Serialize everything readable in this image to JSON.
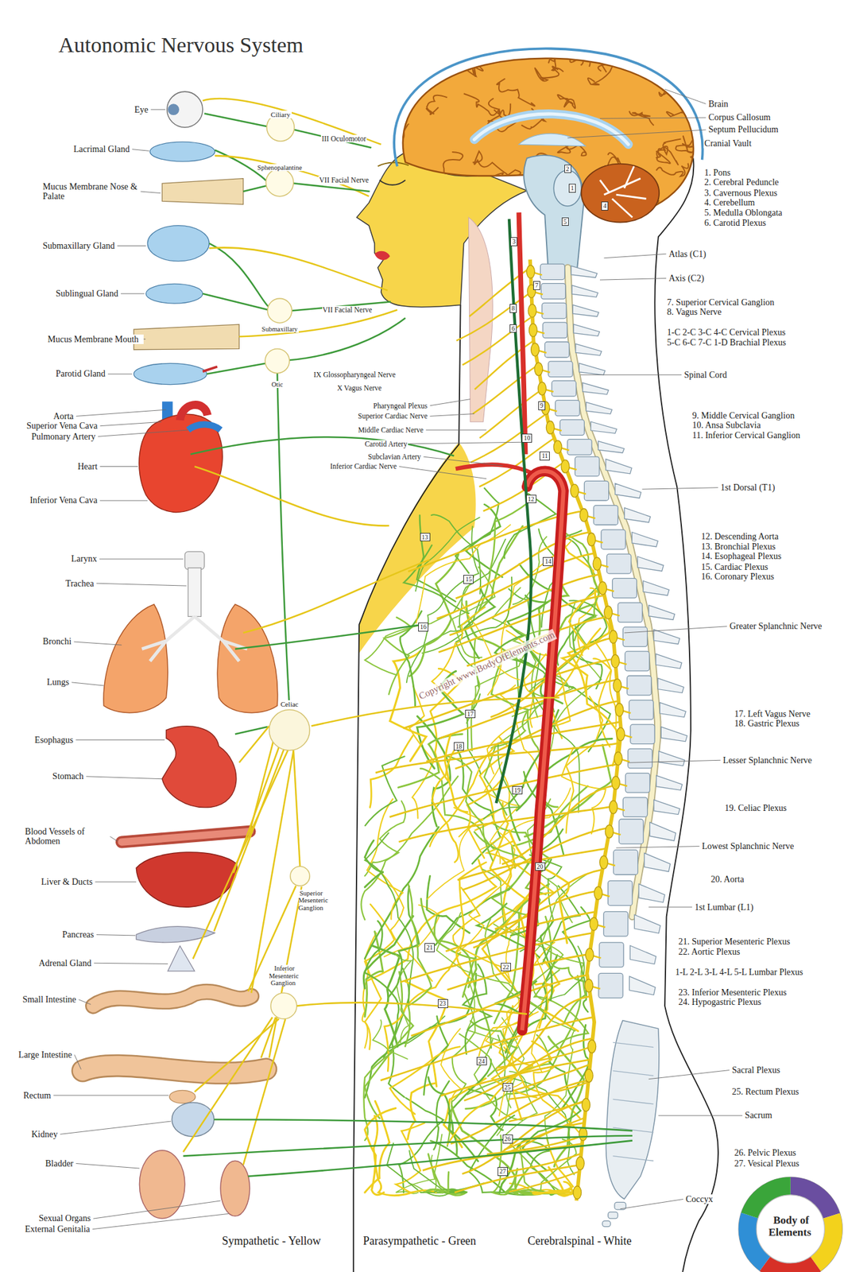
{
  "diagram": {
    "title": "Autonomic Nervous System",
    "nodes": [
      {
        "text": [
          "Ciliary"
        ]
      },
      {
        "text": [
          "Sphenopalantine"
        ]
      },
      {
        "text": [
          "Submaxillary"
        ]
      },
      {
        "text": [
          "Otic"
        ]
      },
      {
        "text": [
          "Celiac"
        ]
      },
      {
        "text": [
          "Superior Mesenteric Ganglion"
        ]
      },
      {
        "text": [
          "Inferior Mesenteric Ganglion"
        ]
      },
      {
        "text": [
          "Body of Elements"
        ]
      }
    ],
    "labels": [
      "Eye",
      "Lacrimal Gland",
      "Mucus Membrane Nose & Palate",
      "Submaxillary Gland",
      "Sublingual Gland",
      "Mucus Membrane Mouth",
      "Parotid Gland",
      "Aorta",
      "Superior Vena Cava",
      "Pulmonary Artery",
      "Heart",
      "Inferior Vena Cava",
      "Larynx",
      "Trachea",
      "Bronchi",
      "Lungs",
      "Esophagus",
      "Stomach",
      "Blood Vessels of Abdomen",
      "Liver & Ducts",
      "Pancreas",
      "Adrenal Gland",
      "Small Intestine",
      "Large Intestine",
      "Rectum",
      "Kidney",
      "Bladder",
      "Sexual Organs",
      "External Genitalia",
      "III Oculomotor",
      "VII Facial Nerve",
      "VII Facial Nerve",
      "IX Glossopharyngeal Nerve",
      "X Vagus Nerve",
      "Pharyngeal Plexus",
      "Superior Cardiac Nerve",
      "Middle Cardiac Nerve",
      "Carotid Artery",
      "Subclavian Artery",
      "Inferior Cardiac Nerve",
      "Brain",
      "Corpus Callosum",
      "Septum Pellucidum",
      "Cranial Vault",
      "1. Pons",
      "2. Cerebral Peduncle",
      "3. Cavernous Plexus",
      "4. Cerebellum",
      "5. Medulla Oblongata",
      "6. Carotid Plexus",
      "Atlas (C1)",
      "Axis (C2)",
      "7. Superior Cervical Ganglion",
      "8. Vagus Nerve",
      "1-C 2-C 3-C 4-C Cervical Plexus",
      "5-C 6-C 7-C 1-D Brachial Plexus",
      "Spinal Cord",
      "9. Middle Cervical Ganglion",
      "10. Ansa Subclavia",
      "11. Inferior Cervical Ganglion",
      "1st Dorsal (T1)",
      "12. Descending Aorta",
      "13. Bronchial Plexus",
      "14. Esophageal Plexus",
      "15. Cardiac Plexus",
      "16. Coronary Plexus",
      "Greater Splanchnic Nerve",
      "17. Left Vagus Nerve",
      "18. Gastric Plexus",
      "Lesser Splanchnic Nerve",
      "19. Celiac Plexus",
      "Lowest Splanchnic Nerve",
      "20. Aorta",
      "1st Lumbar (L1)",
      "21. Superior Mesenteric Plexus",
      "22. Aortic Plexus",
      "1-L 2-L 3-L 4-L 5-L Lumbar Plexus",
      "23. Inferior Mesenteric Plexus",
      "24. Hypogastric Plexus",
      "Sacral Plexus",
      "25. Rectum Plexus",
      "Sacrum",
      "26. Pelvic Plexus",
      "27. Vesical Plexus",
      "Coccyx",
      "Sympathetic - Yellow",
      "Parasympathetic - Green",
      "Cerebralspinal - White",
      "Copyright www.BodyOfElements.com",
      "1",
      "2",
      "3",
      "4",
      "5",
      "6",
      "7",
      "8",
      "9",
      "10",
      "11",
      "12",
      "13",
      "14",
      "15",
      "16",
      "17",
      "18",
      "19",
      "20",
      "21",
      "22",
      "23",
      "24",
      "25",
      "26",
      "27"
    ]
  }
}
